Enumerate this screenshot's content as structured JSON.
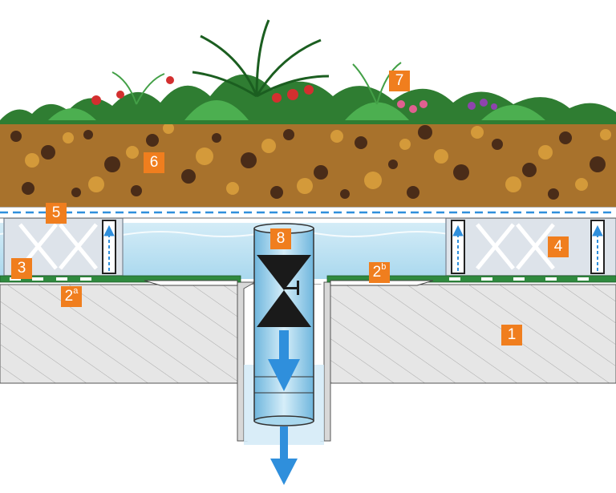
{
  "labels": {
    "concrete_deck": {
      "num": "1",
      "sup": ""
    },
    "membrane_a": {
      "num": "2",
      "sup": "a"
    },
    "membrane_b": {
      "num": "2",
      "sup": "b"
    },
    "protection_fleece": {
      "num": "3",
      "sup": ""
    },
    "water_retention_crate": {
      "num": "4",
      "sup": ""
    },
    "filter_layer": {
      "num": "5",
      "sup": ""
    },
    "growing_substrate": {
      "num": "6",
      "sup": ""
    },
    "vegetation": {
      "num": "7",
      "sup": ""
    },
    "flow_control_drain": {
      "num": "8",
      "sup": ""
    }
  },
  "colors": {
    "label_bg": "#f07e1e",
    "label_text": "#ffffff",
    "soil": "#a8722c",
    "soil_dark": "#4a2c18",
    "soil_light": "#d49a3a",
    "water": "#bfe2f2",
    "concrete": "#e6e6e6",
    "crate": "#dde3ea",
    "membrane": "#2f8a3e",
    "arrow_blue": "#2f8fdc",
    "valve": "#1a1a1a"
  },
  "icons": {
    "drain_valve": "butterfly-valve-icon",
    "flow_arrow": "down-arrow-icon",
    "capillary_arrow": "up-arrow-icon"
  }
}
